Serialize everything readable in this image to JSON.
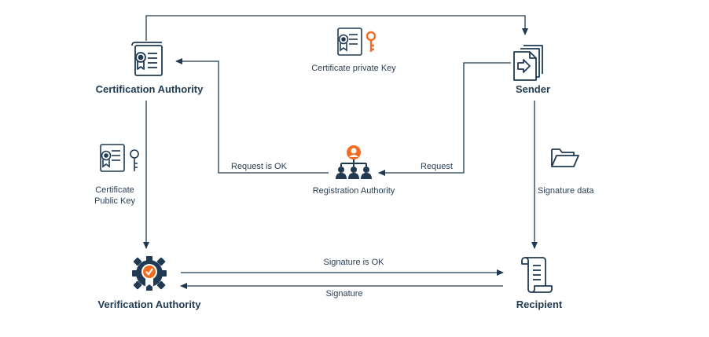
{
  "nodes": {
    "certification_authority": "Certification Authority",
    "sender": "Sender",
    "registration_authority": "Registration Authority",
    "verification_authority": "Verification Authority",
    "recipient": "Recipient"
  },
  "labels": {
    "certificate_private_key": "Certificate private Key",
    "certificate_public_key_line1": "Certificate",
    "certificate_public_key_line2": "Public Key",
    "request_is_ok": "Request is OK",
    "request": "Request",
    "signature_data": "Signature data",
    "signature_is_ok": "Signature is OK",
    "signature": "Signature"
  },
  "colors": {
    "primary": "#1f3a52",
    "accent": "#f26b21",
    "line": "#1f3a52"
  },
  "icons": {
    "certification_authority": "certificate-icon",
    "sender": "send-document-icon",
    "registration_authority": "hierarchy-icon",
    "verification_authority": "gear-check-icon",
    "recipient": "scroll-document-icon",
    "private_key": "certificate-key-icon",
    "public_key": "certificate-key-icon",
    "signature_data": "folder-icon"
  }
}
